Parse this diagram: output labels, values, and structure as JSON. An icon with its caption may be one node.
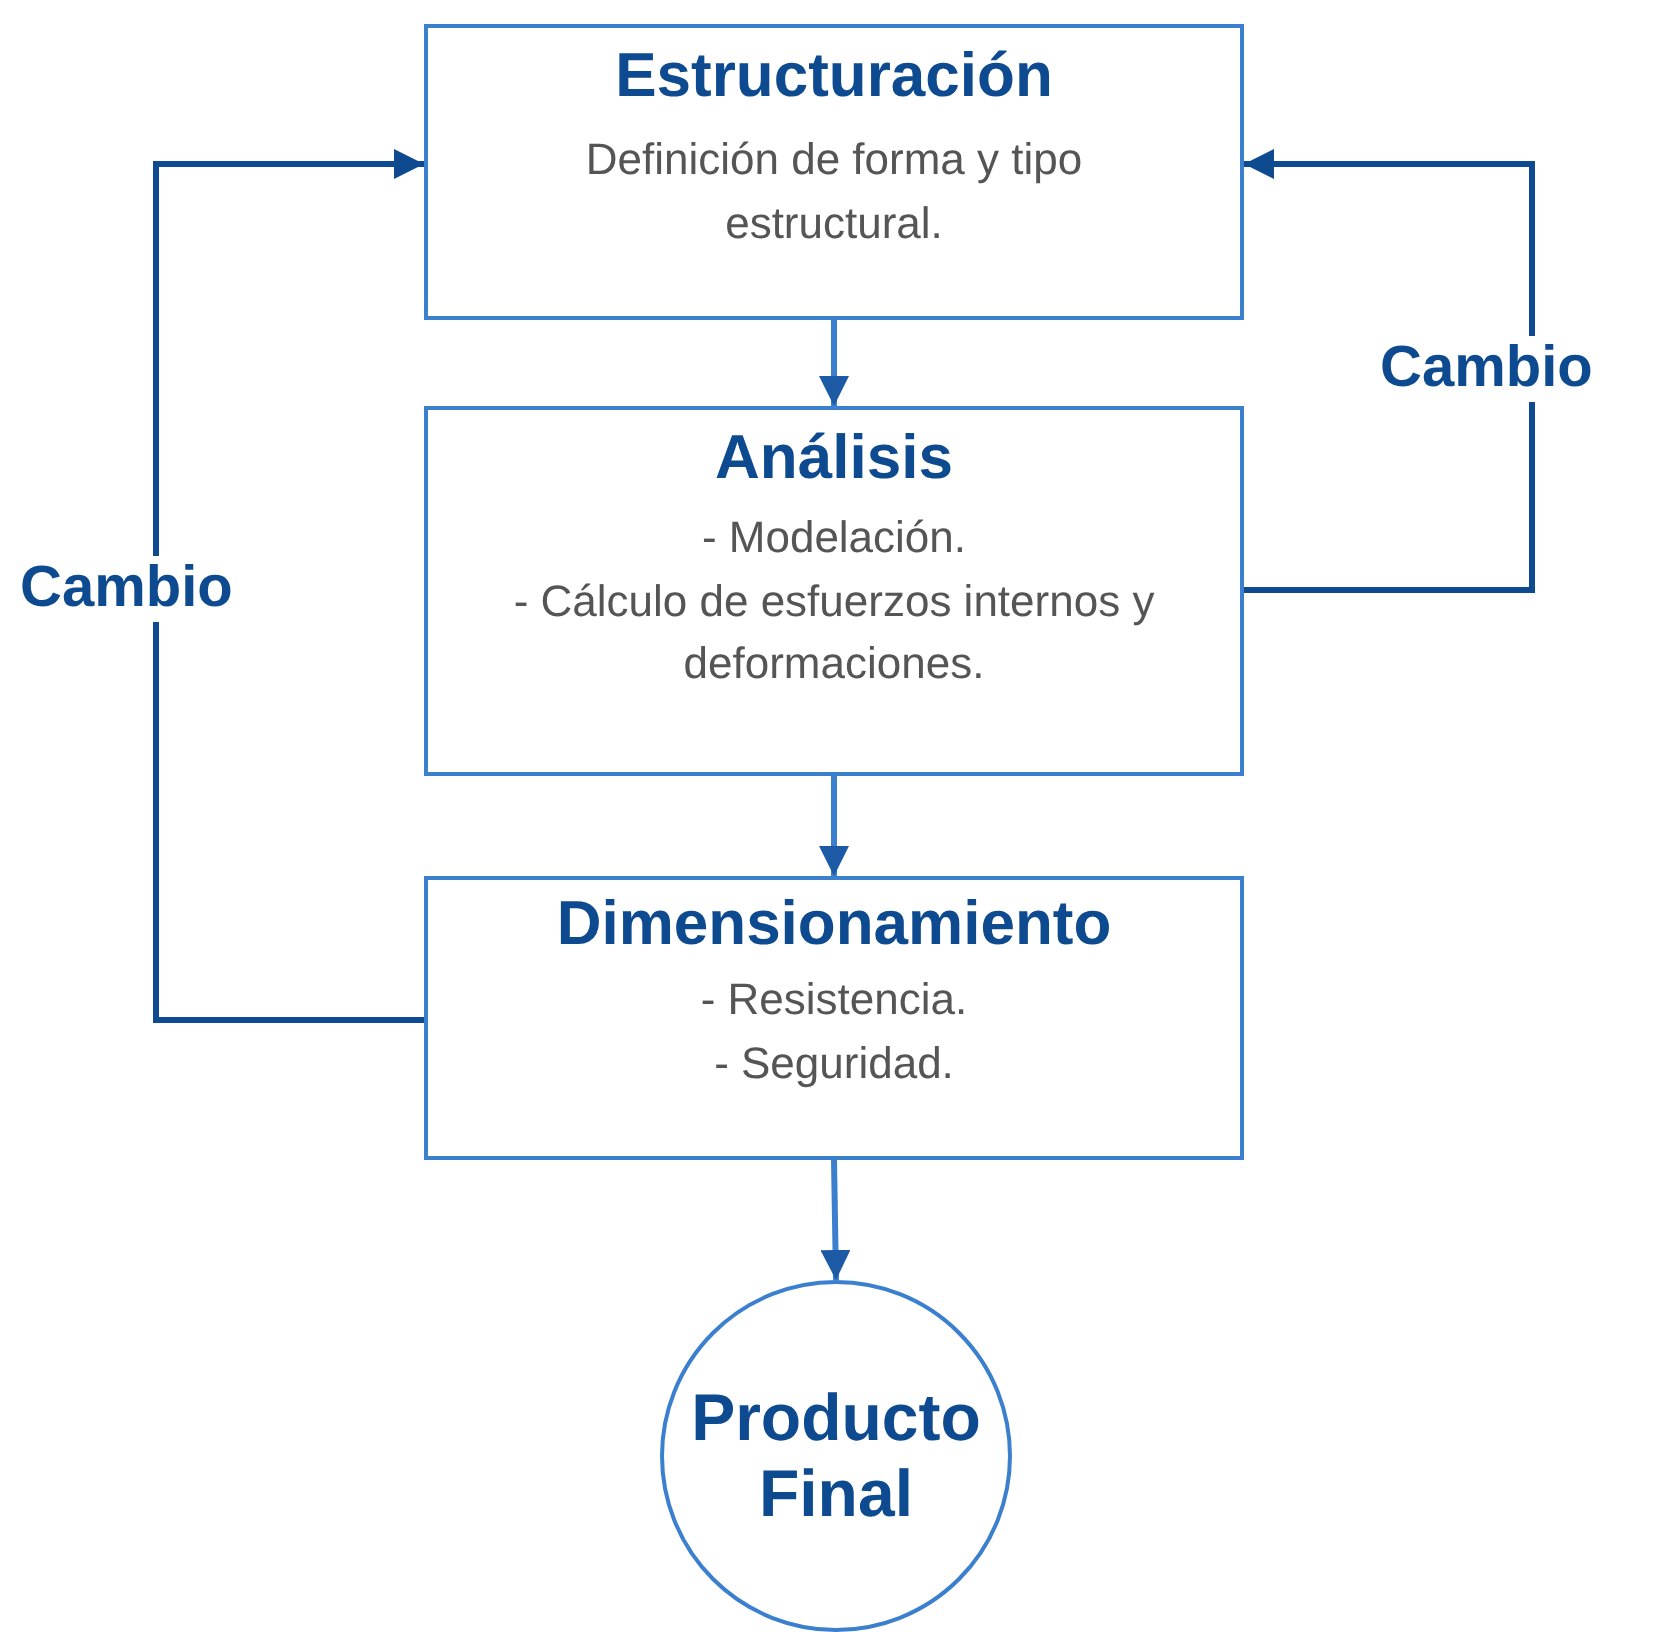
{
  "diagram": {
    "nodes": [
      {
        "text": [
          "Estructuración",
          "Definición de forma y tipo estructural."
        ]
      },
      {
        "text": [
          "Análisis",
          "- Modelación.",
          "- Cálculo de esfuerzos internos y deformaciones."
        ]
      },
      {
        "text": [
          "Dimensionamiento",
          "- Resistencia.",
          "- Seguridad."
        ]
      },
      {
        "text": [
          "Producto Final"
        ]
      }
    ],
    "edges": [
      {
        "from": 0,
        "to": 1,
        "arrow": "to"
      },
      {
        "from": 1,
        "to": 2,
        "arrow": "to"
      },
      {
        "from": 2,
        "to": 3,
        "arrow": "to"
      },
      {
        "from": 2,
        "to": 0,
        "arrow": "to",
        "label": "Cambio",
        "color": "#0d4a8f"
      },
      {
        "from": 1,
        "to": 0,
        "arrow": "to",
        "label": "Cambio",
        "color": "#0d4a8f"
      }
    ]
  }
}
